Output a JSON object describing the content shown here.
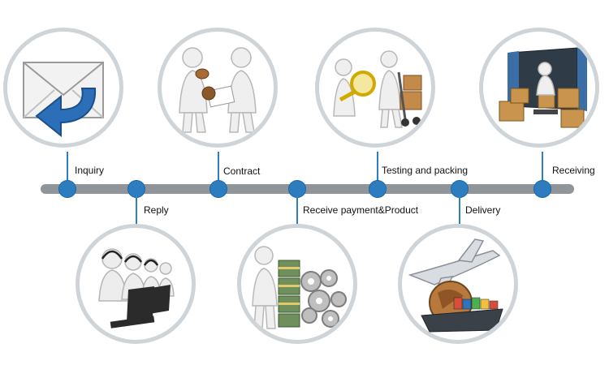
{
  "steps": [
    {
      "label": "Inquiry",
      "illustration": "envelope-reply-icon"
    },
    {
      "label": "Reply",
      "illustration": "call-center-icon"
    },
    {
      "label": "Contract",
      "illustration": "contract-handshake-icon"
    },
    {
      "label": "Receive payment&Product",
      "illustration": "money-gears-icon"
    },
    {
      "label": "Testing and packing",
      "illustration": "inspection-cart-icon"
    },
    {
      "label": "Delivery",
      "illustration": "plane-ship-globe-icon"
    },
    {
      "label": "Receiving",
      "illustration": "container-boxes-icon"
    }
  ],
  "colors": {
    "timeline": "#8f9599",
    "node": "#2c7cbf",
    "ring": "#cfd4d8",
    "envelope": "#2a6fb8"
  }
}
